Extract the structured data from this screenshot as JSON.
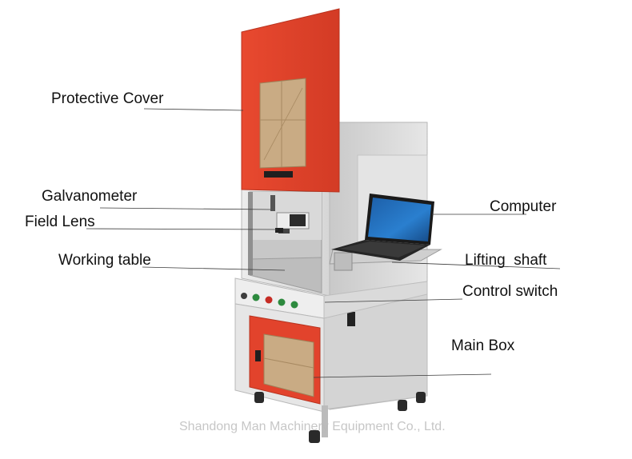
{
  "labels": {
    "protective_cover": "Protective Cover",
    "galvanometer": "Galvanometer",
    "field_lens": "Field Lens",
    "working_table": "Working table",
    "computer": "Computer",
    "lifting_shaft": "Lifting  shaft",
    "control_switch": "Control switch",
    "main_box": "Main Box"
  },
  "watermark": "Shandong Man Machinery Equipment Co., Ltd.",
  "colors": {
    "cover_red": "#e2432c",
    "cabinet_grey": "#dcdcdc",
    "cardboard": "#c9ab84"
  }
}
